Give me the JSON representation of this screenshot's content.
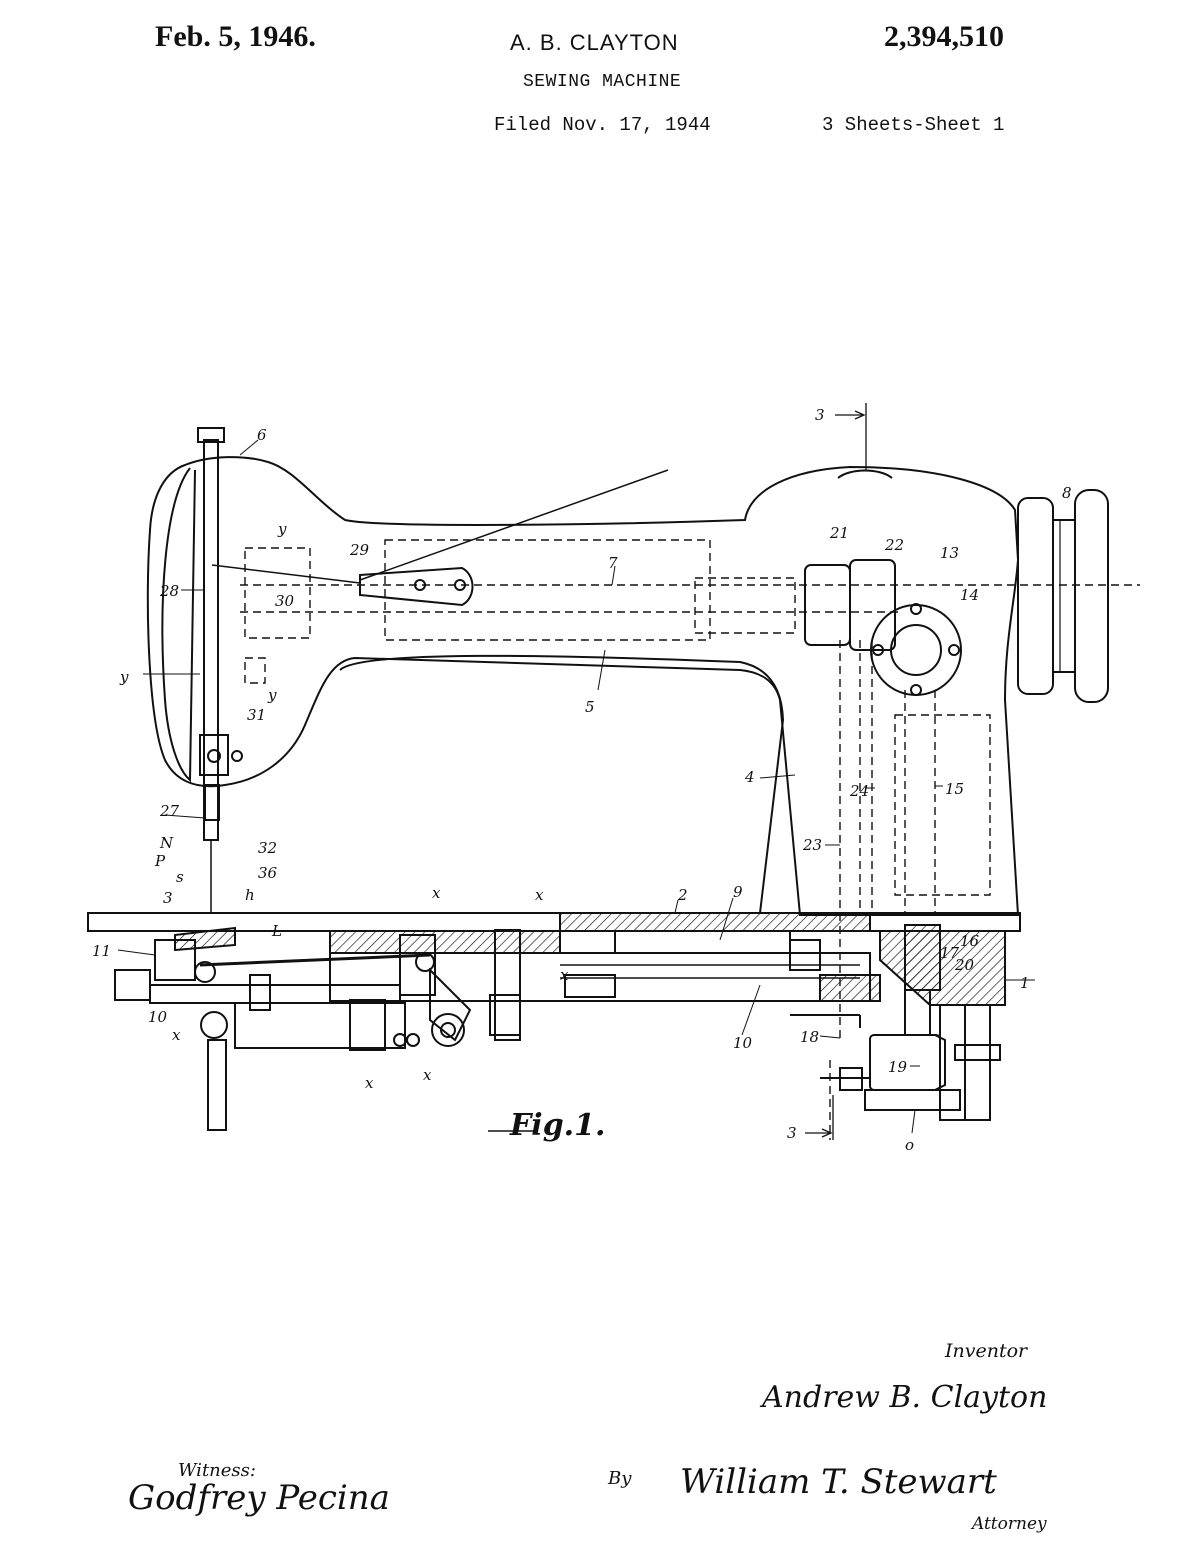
{
  "header": {
    "date": "Feb. 5, 1946.",
    "inventor_name": "A. B. CLAYTON",
    "patent_number": "2,394,510",
    "title": "SEWING MACHINE",
    "filed": "Filed Nov. 17, 1944",
    "sheets": "3 Sheets-Sheet 1"
  },
  "figure": {
    "caption": "Fig.1.",
    "reference_labels": [
      "1",
      "2",
      "3",
      "4",
      "5",
      "6",
      "7",
      "8",
      "9",
      "10",
      "10",
      "11",
      "13",
      "14",
      "15",
      "16",
      "17",
      "18",
      "19",
      "20",
      "21",
      "22",
      "23",
      "24",
      "27",
      "28",
      "29",
      "30",
      "31",
      "32",
      "36",
      "y",
      "y",
      "y",
      "x",
      "x",
      "x",
      "x",
      "x",
      "x",
      "N",
      "P",
      "s",
      "h",
      "L",
      "o",
      "3",
      "3"
    ]
  },
  "footer": {
    "inventor_caption": "Inventor",
    "inventor_signature": "Andrew B. Clayton",
    "witness_caption": "Witness:",
    "witness_signature": "Godfrey Pecina",
    "by_caption": "By",
    "attorney_signature": "William T. Stewart",
    "attorney_caption": "Attorney"
  }
}
